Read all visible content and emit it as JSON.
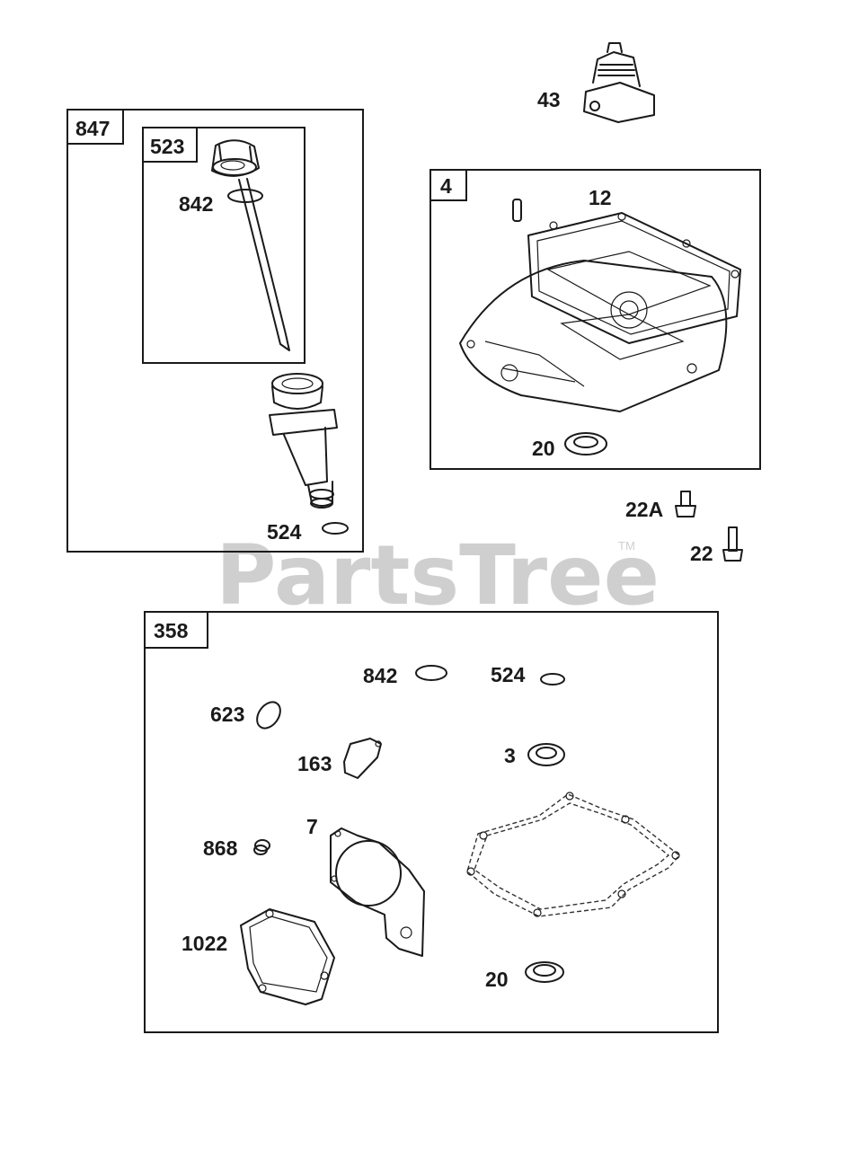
{
  "watermark": {
    "brand": "PartsTree",
    "trademark": "TM"
  },
  "groups": [
    {
      "id": "847",
      "label": "847"
    },
    {
      "id": "523",
      "label": "523"
    },
    {
      "id": "4",
      "label": "4"
    },
    {
      "id": "358",
      "label": "358"
    }
  ],
  "callouts": {
    "c43": "43",
    "c842a": "842",
    "c524a": "524",
    "c12": "12",
    "c20a": "20",
    "c22A": "22A",
    "c22": "22",
    "c842b": "842",
    "c524b": "524",
    "c623": "623",
    "c163": "163",
    "c3": "3",
    "c7": "7",
    "c868": "868",
    "c1022": "1022",
    "c20b": "20"
  }
}
